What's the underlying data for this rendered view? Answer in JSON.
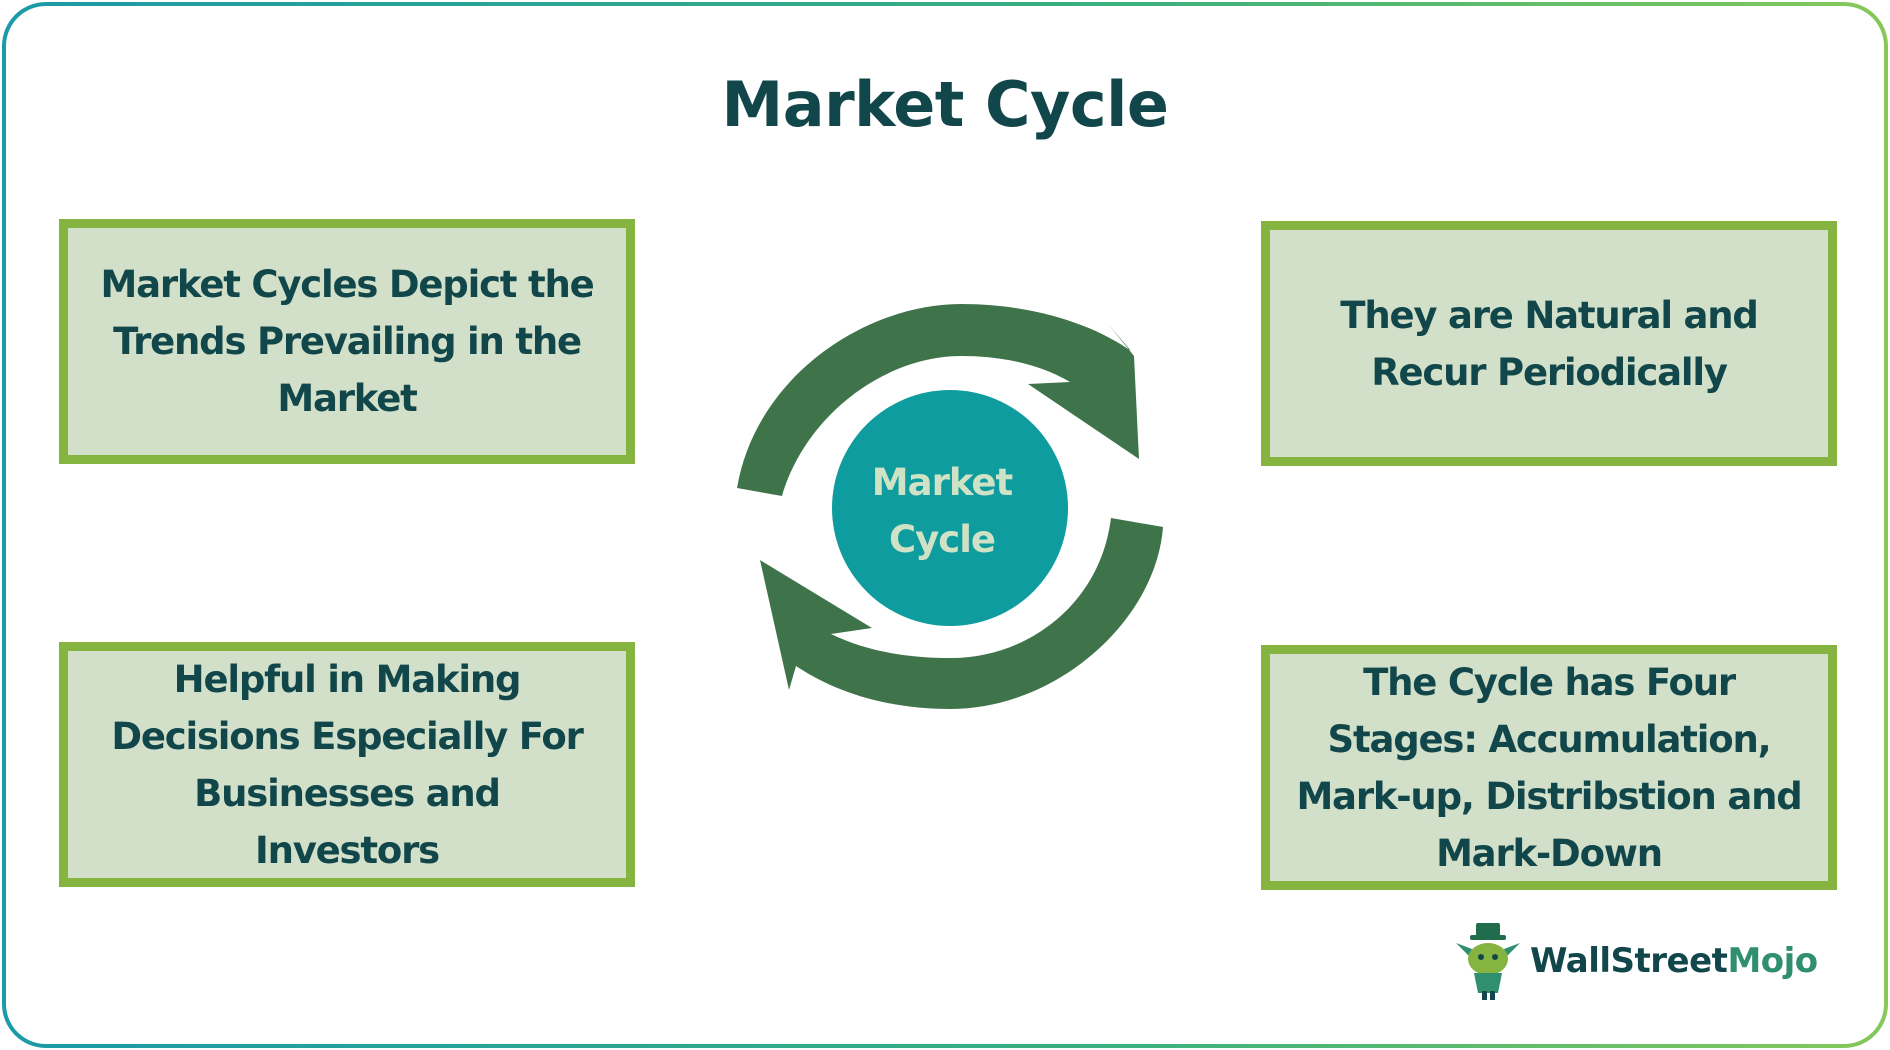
{
  "title": "Market Cycle",
  "center": {
    "line1": "Market",
    "line2": "Cycle"
  },
  "boxes": {
    "top_left": "Market Cycles Depict the Trends Prevailing in the Market",
    "top_right": "They are Natural and Recur Periodically",
    "bottom_left": "Helpful in Making Decisions Especially For Businesses and Investors",
    "bottom_right": "The Cycle has Four Stages: Accumulation, Mark-up, Distribstion and Mark-Down"
  },
  "brand": {
    "part1": "WallStreet",
    "part2": "Mojo"
  },
  "colors": {
    "title": "#11474a",
    "box_fill": "#d3e0c9",
    "box_border": "#86b441",
    "arrow": "#3f744b",
    "center_circle": "#0f9c9e",
    "center_text": "#cfe2c6"
  }
}
